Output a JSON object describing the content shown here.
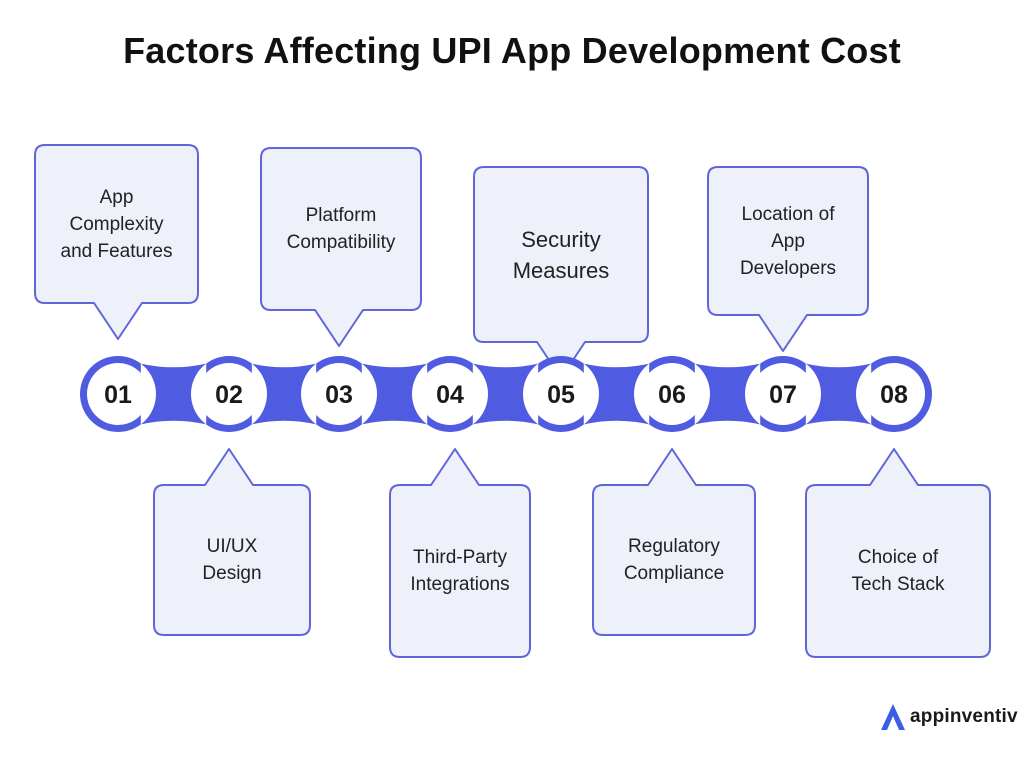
{
  "title": "Factors Affecting UPI App Development Cost",
  "colors": {
    "track": "#4f5be0",
    "box_fill": "#eef0fa",
    "box_stroke": "#5f67d8",
    "node_fill": "#ffffff",
    "logo_accent": "#3b5ee6"
  },
  "nodes": [
    "01",
    "02",
    "03",
    "04",
    "05",
    "06",
    "07",
    "08"
  ],
  "factors": [
    {
      "lines": [
        "App",
        "Complexity",
        "and Features"
      ]
    },
    {
      "lines": [
        "UI/UX",
        "Design"
      ]
    },
    {
      "lines": [
        "Platform",
        "Compatibility"
      ]
    },
    {
      "lines": [
        "Third-Party",
        "Integrations"
      ]
    },
    {
      "lines": [
        "Security",
        "Measures"
      ]
    },
    {
      "lines": [
        "Regulatory",
        "Compliance"
      ]
    },
    {
      "lines": [
        "Location of",
        "App",
        "Developers"
      ]
    },
    {
      "lines": [
        "Choice of",
        "Tech Stack"
      ]
    }
  ],
  "logo": {
    "text": "appinventiv",
    "icon": "appinventiv-logo-icon"
  }
}
